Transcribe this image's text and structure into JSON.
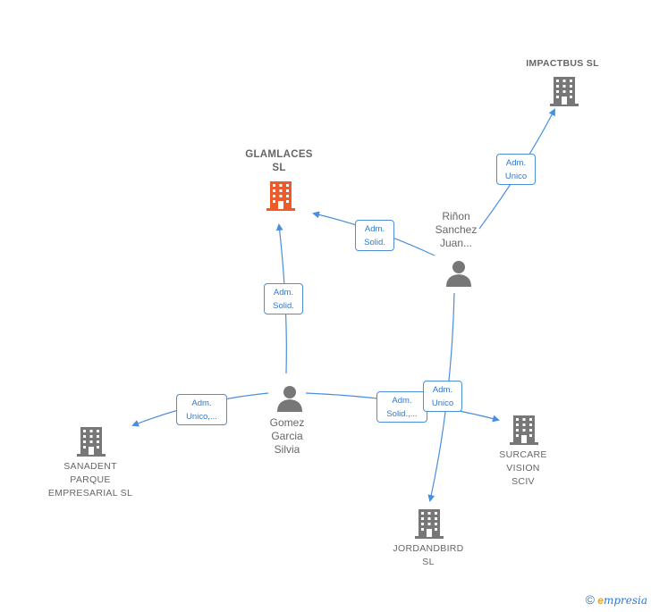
{
  "nodes": {
    "glamlaces": "GLAMLACES\nSL",
    "impactbus": "IMPACTBUS SL",
    "sanadent": "SANADENT\nPARQUE\nEMPRESARIAL SL",
    "surcare": "SURCARE\nVISION\nSCIV",
    "jordandbird": "JORDANDBIRD\nSL",
    "rinon": "Riñon\nSanchez\nJuan...",
    "gomez": "Gomez\nGarcia\nSilvia"
  },
  "edges": {
    "gomez_glamlaces": "Adm.\nSolid.",
    "rinon_glamlaces": "Adm.\nSolid.",
    "rinon_impactbus": "Adm.\nUnico",
    "gomez_sanadent": "Adm.\nUnico,...",
    "gomez_surcare": "Adm.\nSolid.,...",
    "rinon_jordandbird": "Adm.\nUnico"
  },
  "colors": {
    "edge": "#4a8edc",
    "main_company": "#f05a28",
    "company": "#777777",
    "person": "#777777"
  },
  "icons": {
    "company": "building-icon",
    "person": "person-icon"
  },
  "footer": {
    "copyright": "©",
    "brand_first": "e",
    "brand_rest": "mpresia"
  }
}
